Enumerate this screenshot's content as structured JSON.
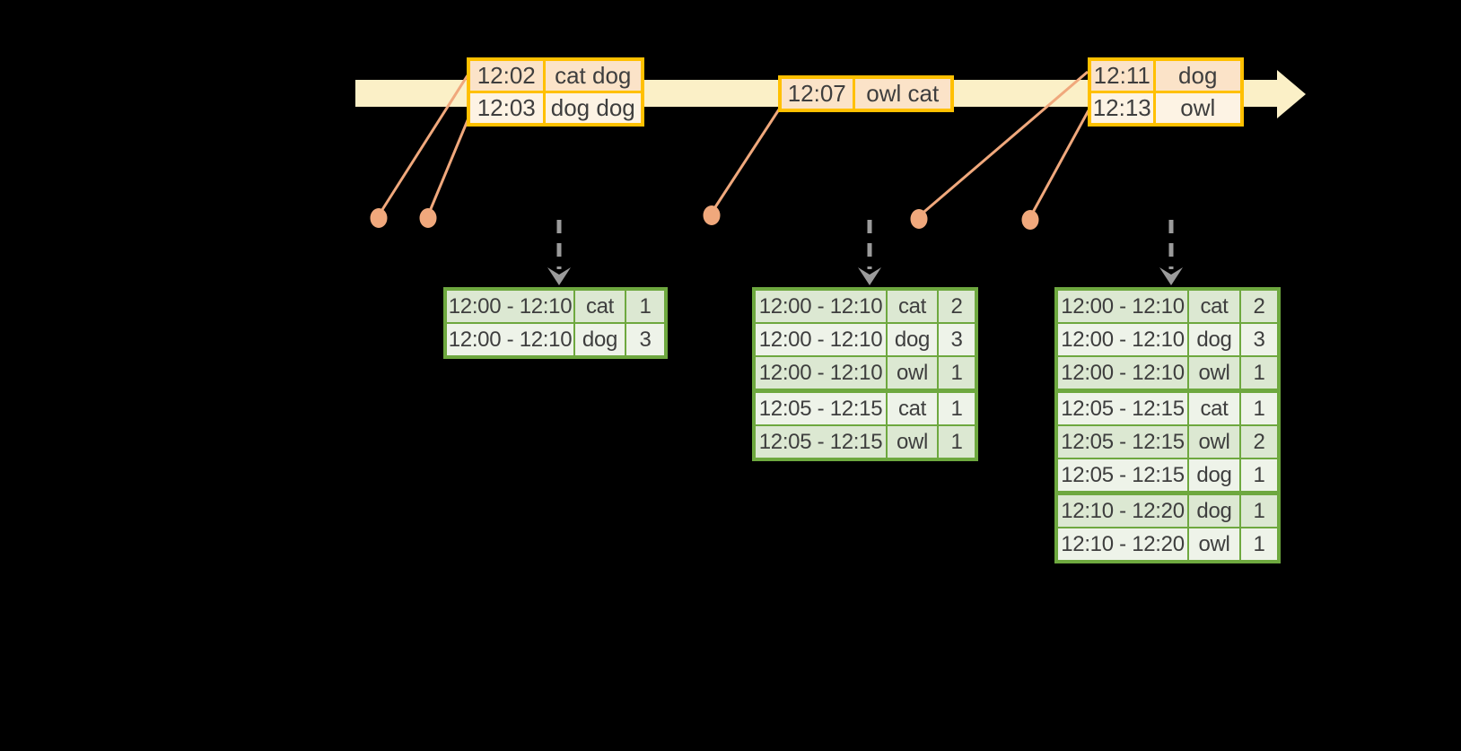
{
  "colors": {
    "background": "#000000",
    "timeline_fill": "#FBF0C7",
    "input_border": "#FFC000",
    "input_row_odd": "#FBE3C8",
    "input_row_even": "#FDF3E4",
    "result_border": "#6EA83F",
    "result_row_odd": "#DCE8D2",
    "result_row_even": "#EEF3E9",
    "connector": "#F0A87C",
    "trigger_arrow": "#9B9B9B",
    "text": "#3E3E3E"
  },
  "input_batches": [
    {
      "name": "input-batch-1",
      "rows": [
        {
          "time": "12:02",
          "words": "cat dog"
        },
        {
          "time": "12:03",
          "words": "dog dog"
        }
      ]
    },
    {
      "name": "input-batch-2",
      "rows": [
        {
          "time": "12:07",
          "words": "owl cat"
        }
      ]
    },
    {
      "name": "input-batch-3",
      "rows": [
        {
          "time": "12:11",
          "words": "dog"
        },
        {
          "time": "12:13",
          "words": "owl"
        }
      ]
    }
  ],
  "result_tables": [
    {
      "name": "result-table-1",
      "group_breaks": [],
      "rows": [
        {
          "window": "12:00 - 12:10",
          "word": "cat",
          "count": "1"
        },
        {
          "window": "12:00 - 12:10",
          "word": "dog",
          "count": "3"
        }
      ]
    },
    {
      "name": "result-table-2",
      "group_breaks": [
        3
      ],
      "rows": [
        {
          "window": "12:00 - 12:10",
          "word": "cat",
          "count": "2"
        },
        {
          "window": "12:00 - 12:10",
          "word": "dog",
          "count": "3"
        },
        {
          "window": "12:00 - 12:10",
          "word": "owl",
          "count": "1"
        },
        {
          "window": "12:05 - 12:15",
          "word": "cat",
          "count": "1"
        },
        {
          "window": "12:05 - 12:15",
          "word": "owl",
          "count": "1"
        }
      ]
    },
    {
      "name": "result-table-3",
      "group_breaks": [
        3,
        6
      ],
      "rows": [
        {
          "window": "12:00 - 12:10",
          "word": "cat",
          "count": "2"
        },
        {
          "window": "12:00 - 12:10",
          "word": "dog",
          "count": "3"
        },
        {
          "window": "12:00 - 12:10",
          "word": "owl",
          "count": "1"
        },
        {
          "window": "12:05 - 12:15",
          "word": "cat",
          "count": "1"
        },
        {
          "window": "12:05 - 12:15",
          "word": "owl",
          "count": "2"
        },
        {
          "window": "12:05 - 12:15",
          "word": "dog",
          "count": "1"
        },
        {
          "window": "12:10 - 12:20",
          "word": "dog",
          "count": "1"
        },
        {
          "window": "12:10 - 12:20",
          "word": "owl",
          "count": "1"
        }
      ]
    }
  ]
}
